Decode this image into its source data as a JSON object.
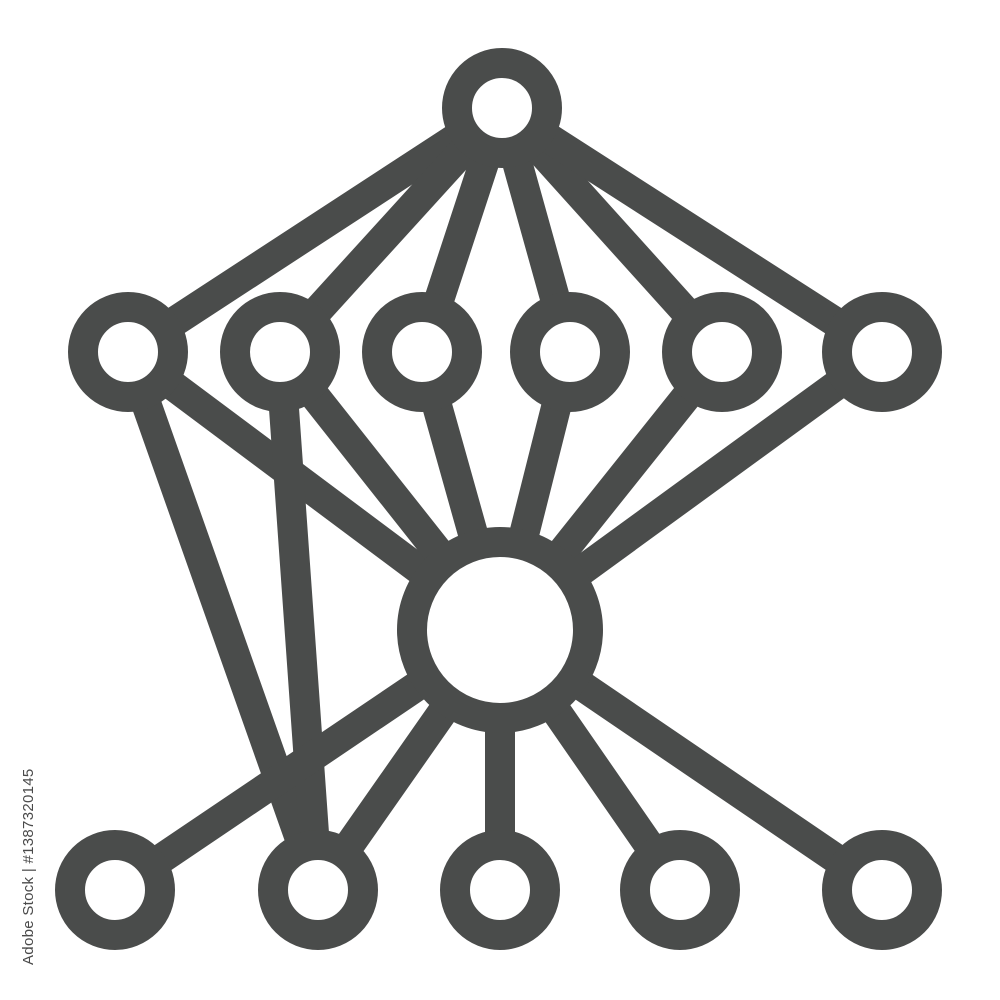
{
  "icon": {
    "name": "network-graph-icon",
    "color": "#4a4c4b",
    "fill": "#ffffff",
    "node_counts": {
      "top": 1,
      "middle_row": 6,
      "hub": 1,
      "bottom_row": 5
    }
  },
  "stock_id": {
    "text": "Adobe Stock | #1387320145"
  }
}
